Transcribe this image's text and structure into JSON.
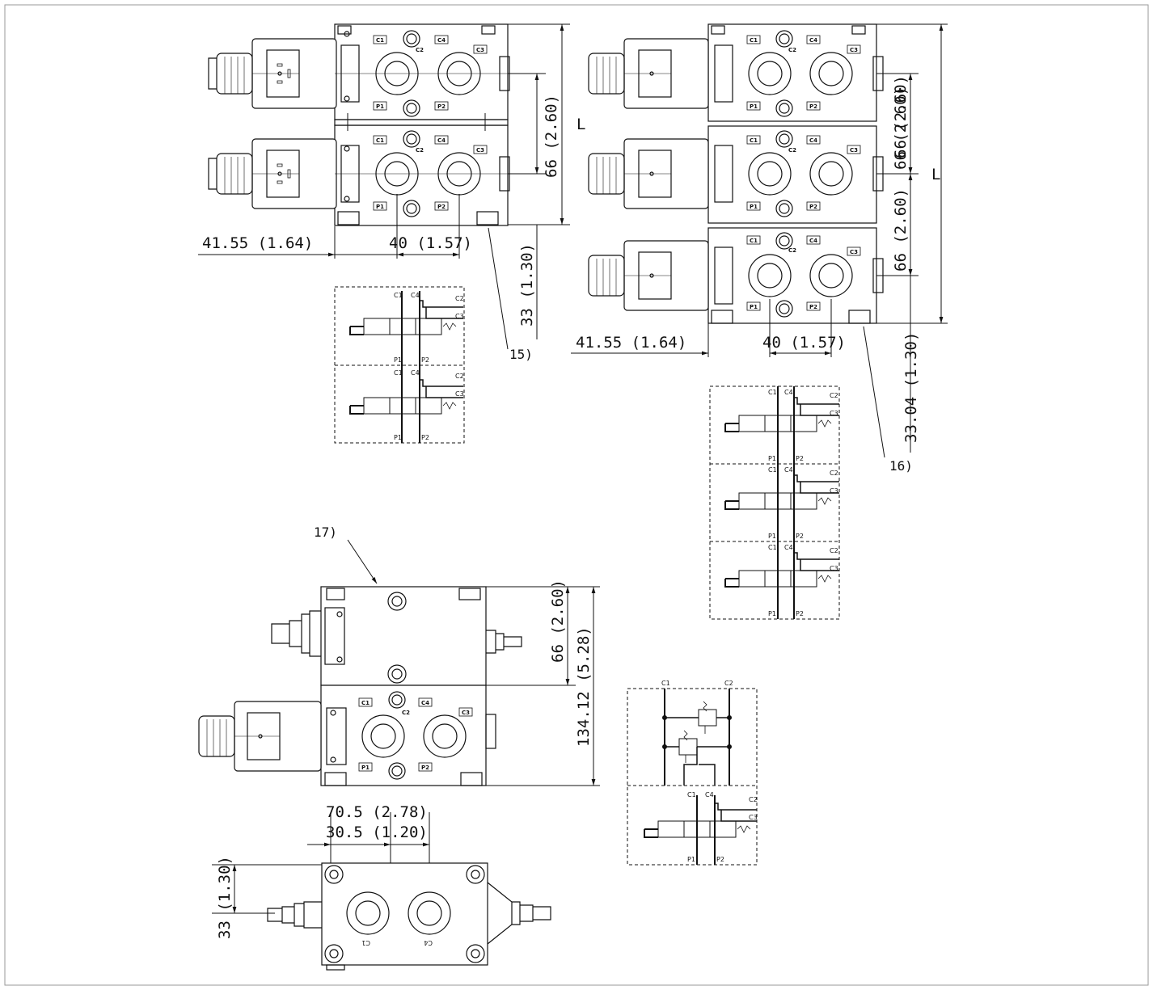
{
  "refs": {
    "r15": "15)",
    "r16": "16)",
    "r17": "17)"
  },
  "top_left": {
    "d_left": "41.55 (1.64)",
    "d_width": "40 (1.57)",
    "d_pitch": "66 (2.60)",
    "d_bottom": "33 (1.30)",
    "d_len": "L"
  },
  "top_right": {
    "d_left": "41.55 (1.64)",
    "d_width": "40 (1.57)",
    "d_pitch1": "66 (2.60)",
    "d_pitch2": "66 (2.60)",
    "d_pitch3": "66 (2.60)",
    "d_bottom": "33.04 (1.30)",
    "d_len": "L"
  },
  "bottom": {
    "d_pitch": "66 (2.60)",
    "d_height": "134.12 (5.28)",
    "d_total": "70.5 (2.78)",
    "d_half": "30.5 (1.20)",
    "d_side": "33 (1.30)",
    "face_c1": "C1",
    "face_c4": "C4"
  },
  "ports": {
    "c1": "C1",
    "c2": "C2",
    "c3": "C3",
    "c4": "C4",
    "p1": "P1",
    "p2": "P2"
  }
}
